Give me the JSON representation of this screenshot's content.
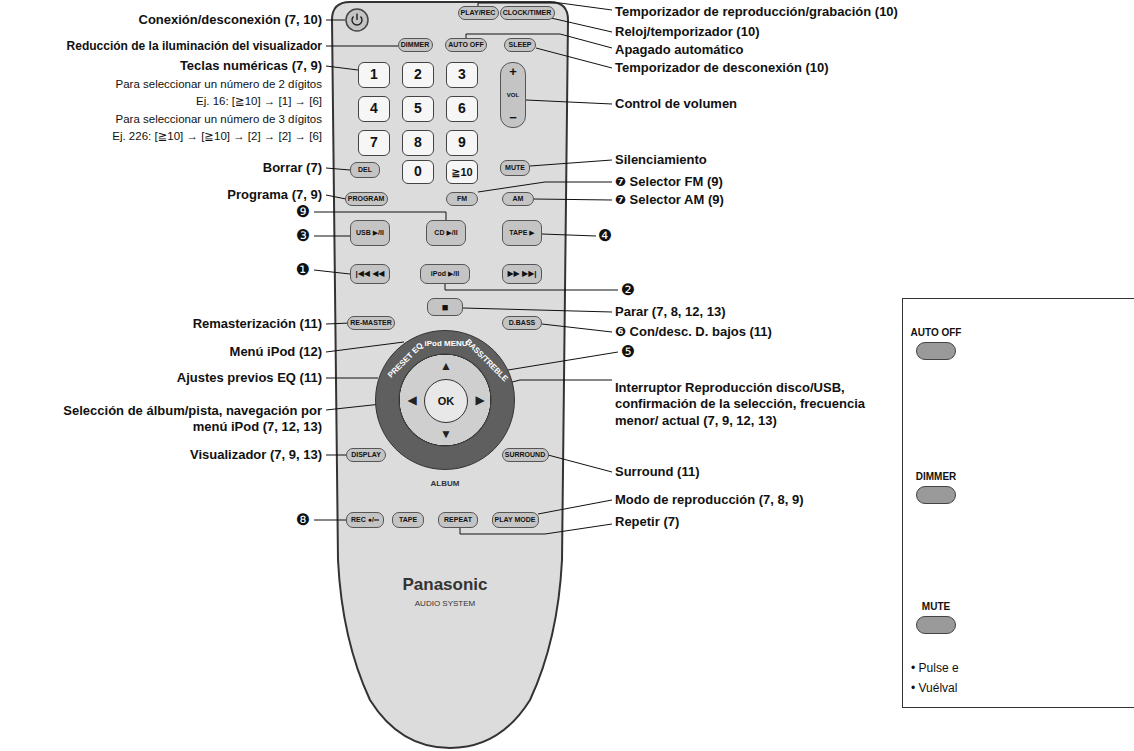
{
  "diagram": {
    "nodes": [
      {
        "text": [
          "ALBUM",
          "Panasonic",
          "AUDIO SYSTEM"
        ]
      },
      {
        "text": [
          "PLAY/REC"
        ],
        "in": 0
      },
      {
        "text": [
          "CLOCK/TIMER"
        ],
        "in": 0
      },
      {
        "text": [
          "DIMMER"
        ],
        "in": 0
      },
      {
        "text": [
          "AUTO OFF"
        ],
        "in": 0
      },
      {
        "text": [
          "SLEEP"
        ],
        "in": 0
      },
      {
        "text": [
          "1"
        ],
        "in": 0
      },
      {
        "text": [
          "2"
        ],
        "in": 0
      },
      {
        "text": [
          "3"
        ],
        "in": 0
      },
      {
        "text": [
          "+",
          "VOL",
          "−"
        ],
        "in": 0
      },
      {
        "text": [
          "4"
        ],
        "in": 0
      },
      {
        "text": [
          "5"
        ],
        "in": 0
      },
      {
        "text": [
          "6"
        ],
        "in": 0
      },
      {
        "text": [
          "7"
        ],
        "in": 0
      },
      {
        "text": [
          "8"
        ],
        "in": 0
      },
      {
        "text": [
          "9"
        ],
        "in": 0
      },
      {
        "text": [
          "DEL"
        ],
        "in": 0
      },
      {
        "text": [
          "0"
        ],
        "in": 0
      },
      {
        "text": [
          "≧10"
        ],
        "in": 0
      },
      {
        "text": [
          "MUTE"
        ],
        "in": 0
      },
      {
        "text": [
          "PROGRAM"
        ],
        "in": 0
      },
      {
        "text": [
          "FM"
        ],
        "in": 0
      },
      {
        "text": [
          "AM"
        ],
        "in": 0
      },
      {
        "text": [
          "USB ▶/II"
        ],
        "in": 0
      },
      {
        "text": [
          "CD ▶/II"
        ],
        "in": 0
      },
      {
        "text": [
          "TAPE ▶"
        ],
        "in": 0
      },
      {
        "text": [
          "|◀◀ ◀◀"
        ],
        "in": 0
      },
      {
        "text": [
          "iPod ▶/II"
        ],
        "in": 0
      },
      {
        "text": [
          "▶▶ ▶▶|"
        ],
        "in": 0
      },
      {
        "text": [
          "RE-MASTER"
        ],
        "in": 0
      },
      {
        "text": [
          "■"
        ],
        "in": 0
      },
      {
        "text": [
          "D.BASS"
        ],
        "in": 0
      },
      {
        "text": [
          "DISPLAY"
        ],
        "in": 0
      },
      {
        "text": [
          "iPod MENU",
          "PRESET EQ",
          "BASS/TREBLE",
          "▲",
          "◀",
          "▶",
          "▼"
        ],
        "in": 0
      },
      {
        "text": [
          "OK"
        ],
        "in": 33
      },
      {
        "text": [
          "SURROUND"
        ],
        "in": 0
      },
      {
        "text": [
          "REC ●/∞"
        ],
        "in": 0
      },
      {
        "text": [
          "TAPE"
        ],
        "in": 0
      },
      {
        "text": [
          "REPEAT"
        ],
        "in": 0
      },
      {
        "text": [
          "PLAY MODE"
        ],
        "in": 0
      },
      {
        "text": [
          "• Pulse e",
          "• Vuélval"
        ]
      },
      {
        "text": [
          "AUTO OFF"
        ],
        "in": 40
      },
      {
        "text": [
          "DIMMER"
        ],
        "in": 40
      },
      {
        "text": [
          "MUTE"
        ],
        "in": 40
      }
    ],
    "labels": [
      "Conexión/desconexión (7, 10)",
      "Reducción de la iluminación del visualizador",
      "Teclas numéricas (7, 9)",
      "Para seleccionar un número de 2 dígitos",
      "Ej. 16: [≧10] → [1] → [6]",
      "Para seleccionar un número de 3 dígitos",
      "Ej. 226: [≧10] → [≧10] → [2] → [2] → [6]",
      "Borrar (7)",
      "Programa (7, 9)",
      "❾",
      "❸",
      "❶",
      "Remasterización (11)",
      "Menú iPod (12)",
      "Ajustes previos EQ (11)",
      "Selección de álbum/pista, navegación por menú iPod (7, 12, 13)",
      "Visualizador (7, 9, 13)",
      "❽",
      "Temporizador de reproducción/grabación (10)",
      "Reloj/temporizador (10)",
      "Apagado automático",
      "Temporizador de desconexión (10)",
      "Control de volumen",
      "Silenciamiento",
      "❼ Selector FM (9)",
      "❼ Selector AM (9)",
      "❹",
      "❷",
      "Parar (7, 8, 12, 13)",
      "❻ Con/desc. D. bajos (11)",
      "❺",
      "Interruptor Reproducción disco/USB, confirmación de la selección, frecuencia menor/ actual (7, 9, 12, 13)",
      "Surround (11)",
      "Modo de reproducción (7, 8, 9)",
      "Repetir (7)"
    ]
  }
}
